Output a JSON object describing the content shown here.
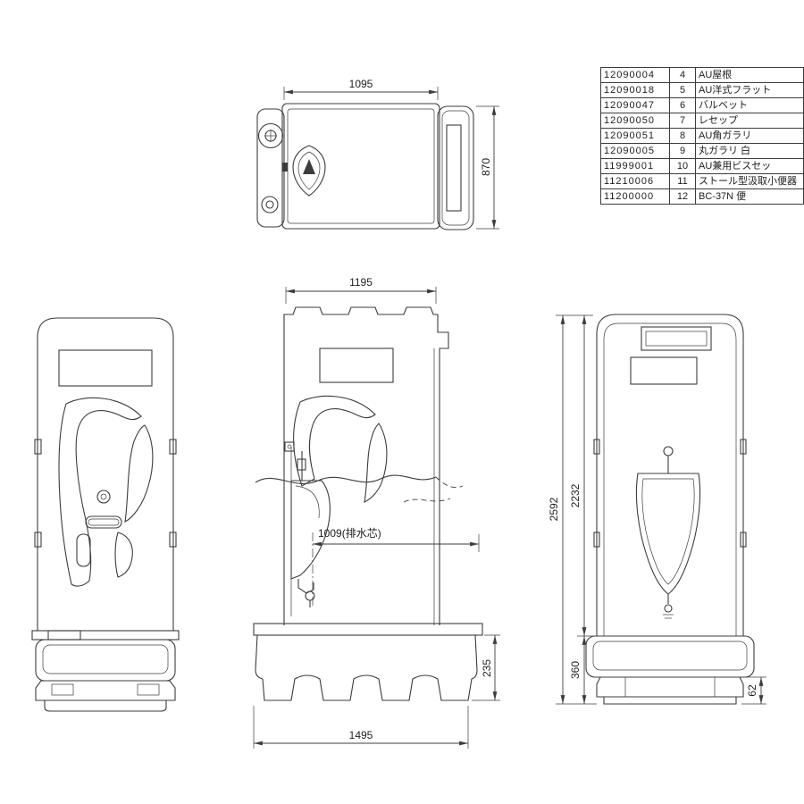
{
  "parts_table": {
    "rows": [
      {
        "code": "12090004",
        "no": "4",
        "name": "AU屋根"
      },
      {
        "code": "12090018",
        "no": "5",
        "name": "AU洋式フラット"
      },
      {
        "code": "12090047",
        "no": "6",
        "name": "バルベット"
      },
      {
        "code": "12090050",
        "no": "7",
        "name": "レセップ"
      },
      {
        "code": "12090051",
        "no": "8",
        "name": "AU角ガラリ"
      },
      {
        "code": "12090005",
        "no": "9",
        "name": "丸ガラリ 白"
      },
      {
        "code": "11999001",
        "no": "10",
        "name": "AU兼用ビスセッ"
      },
      {
        "code": "11210006",
        "no": "11",
        "name": "ストール型汲取小便器"
      },
      {
        "code": "11200000",
        "no": "12",
        "name": "BC-37N 便"
      }
    ]
  },
  "dims": {
    "top_width": "1095",
    "top_depth": "870",
    "side_width": "1195",
    "drain_note": "1009(排水芯)",
    "base_height": "235",
    "base_length": "1495",
    "total_height": "2592",
    "body_height": "2232",
    "under_height": "360",
    "skid_clearance": "62"
  }
}
